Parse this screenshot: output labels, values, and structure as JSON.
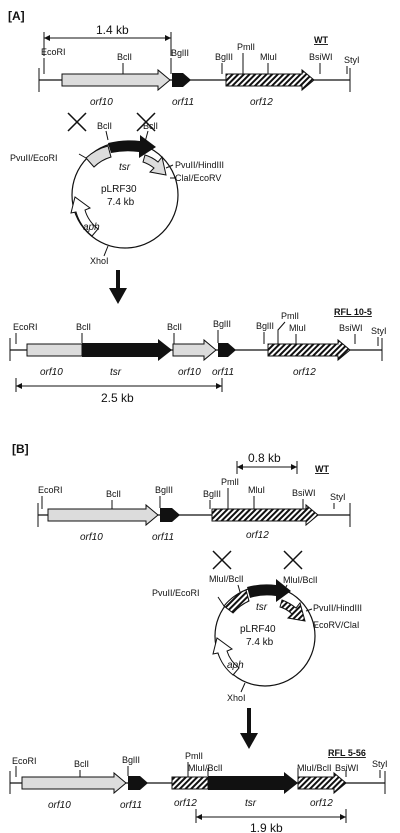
{
  "panels": {
    "A": {
      "label": "[A]",
      "wt": {
        "strain": "WT",
        "scale": "1.4 kb",
        "sites": [
          "EcoRI",
          "BclI",
          "BglII",
          "BglII",
          "PmlI",
          "MluI",
          "BsiWI",
          "StyI"
        ],
        "genes": [
          "orf10",
          "orf11",
          "orf12"
        ]
      },
      "plasmid": {
        "name": "pLRF30",
        "size": "7.4 kb",
        "genes": [
          "tsr",
          "aph"
        ],
        "sites": [
          "BclI",
          "BclI",
          "PvuII/EcoRI",
          "PvuII/HindIII",
          "ClaI/EcoRV",
          "XhoI"
        ]
      },
      "mutant": {
        "strain": "RFL  10-5",
        "scale": "2.5 kb",
        "sites": [
          "EcoRI",
          "BclI",
          "BclI",
          "BglII",
          "BglII",
          "PmlI",
          "MluI",
          "BsiWI",
          "StyI"
        ],
        "genes": [
          "orf10",
          "tsr",
          "orf10",
          "orf11",
          "orf12"
        ]
      }
    },
    "B": {
      "label": "[B]",
      "wt": {
        "strain": "WT",
        "scale": "0.8 kb",
        "sites": [
          "EcoRI",
          "BclI",
          "BglII",
          "BglII",
          "PmlI",
          "MluI",
          "BsiWI",
          "StyI"
        ],
        "genes": [
          "orf10",
          "orf11",
          "orf12"
        ]
      },
      "plasmid": {
        "name": "pLRF40",
        "size": "7.4 kb",
        "genes": [
          "tsr",
          "aph"
        ],
        "sites": [
          "MluI/BclI",
          "MluI/BclI",
          "PvuII/EcoRI",
          "PvuII/HindIII",
          "EcoRV/ClaI",
          "XhoI"
        ]
      },
      "mutant": {
        "strain": "RFL  5-56",
        "scale": "1.9 kb",
        "sites": [
          "EcoRI",
          "BclI",
          "BglII",
          "PmlI",
          "MluI/BclI",
          "MluI/BclI",
          "BsiWI",
          "StyI"
        ],
        "genes": [
          "orf10",
          "orf11",
          "orf12",
          "tsr",
          "orf12"
        ]
      }
    }
  }
}
